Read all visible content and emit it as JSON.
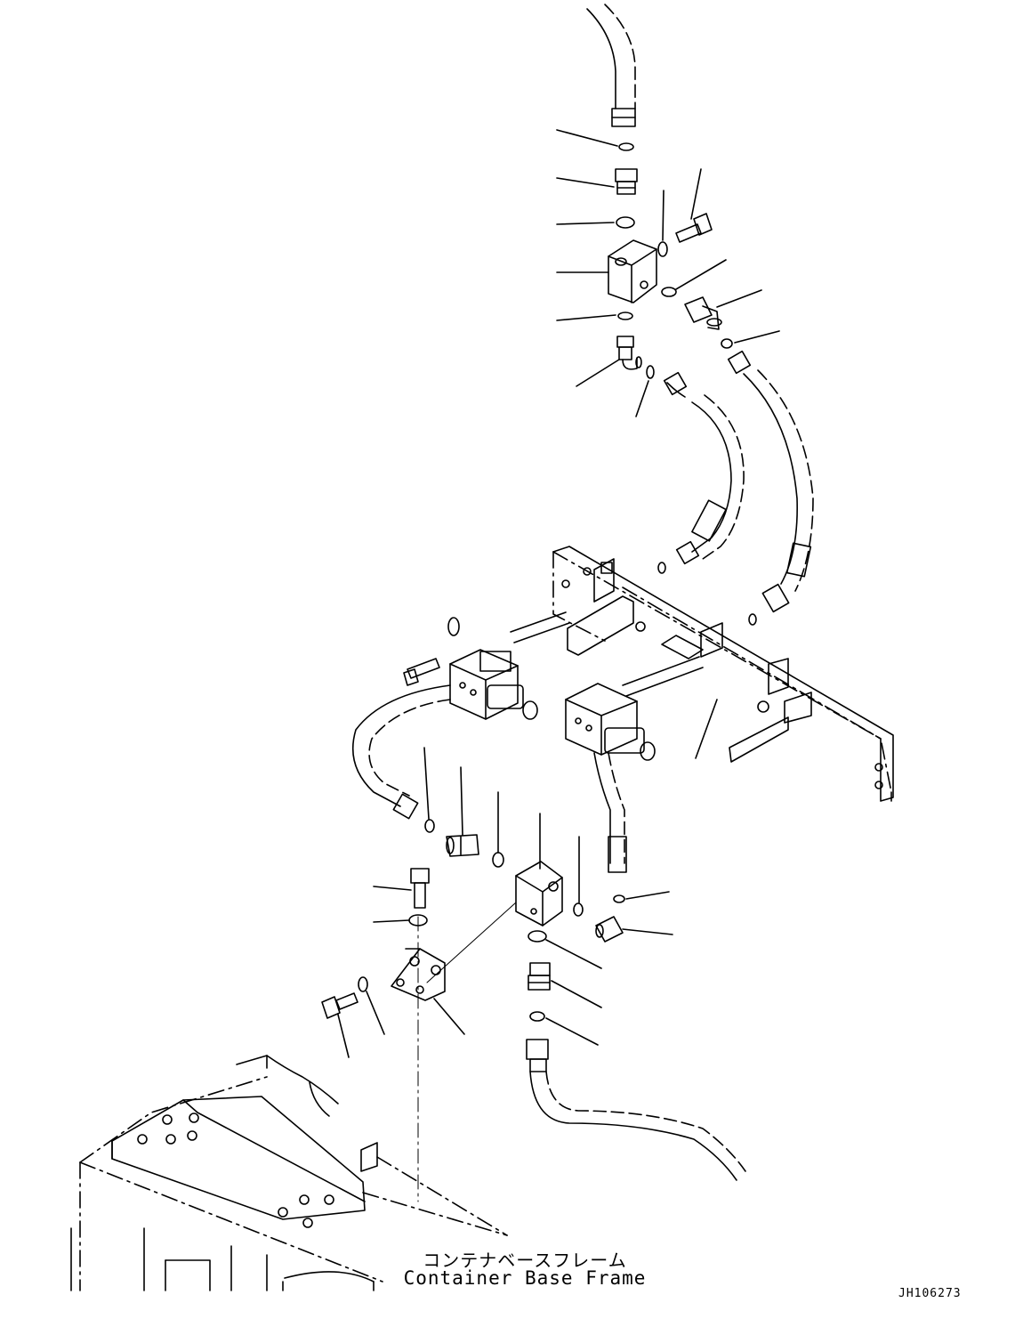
{
  "caption": {
    "japanese": "コンテナベースフレーム",
    "english": "Container Base Frame"
  },
  "drawing_id": "JH106273",
  "colors": {
    "line": "#000000",
    "background": "#ffffff"
  }
}
